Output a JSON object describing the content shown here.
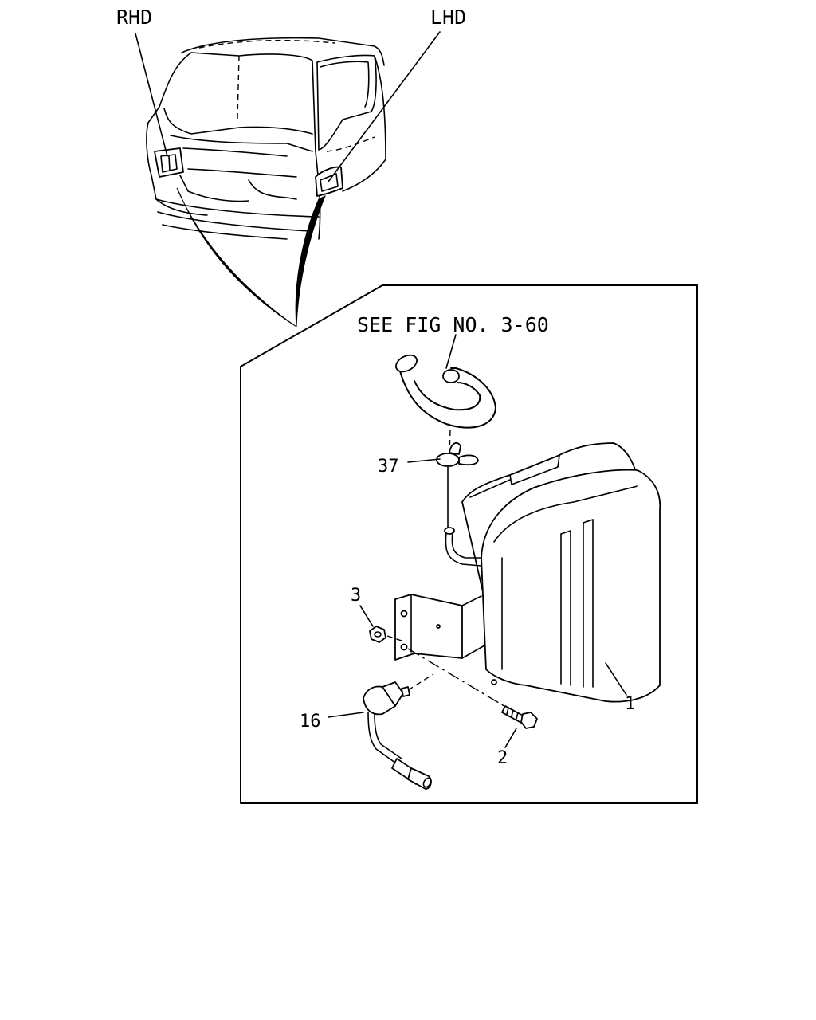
{
  "labels": {
    "rhd": "RHD",
    "lhd": "LHD",
    "see_fig": "SEE FIG NO. 3-60"
  },
  "callouts": [
    "37",
    "3",
    "16",
    "2",
    "1"
  ]
}
